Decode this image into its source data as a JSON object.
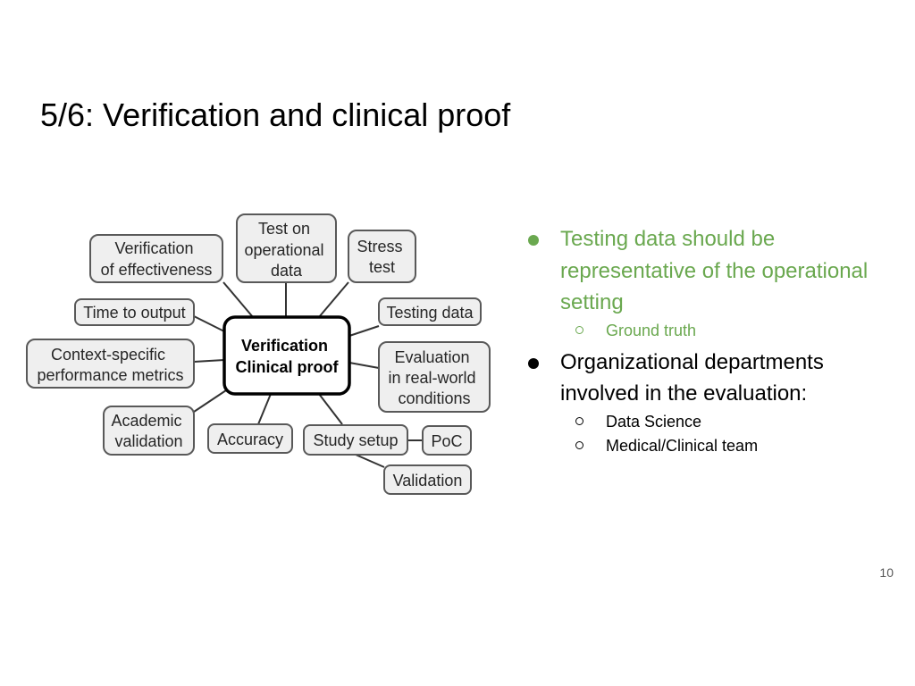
{
  "slide": {
    "title": "5/6: Verification and clinical proof",
    "page_number": "10"
  },
  "mindmap": {
    "center": [
      "Verification",
      "Clinical proof"
    ],
    "nodes": {
      "test_on_operational_data": [
        "Test on",
        "operational",
        "data"
      ],
      "verification_of_effectiveness": [
        "Verification",
        "of effectiveness"
      ],
      "stress_test": [
        "Stress",
        "test"
      ],
      "time_to_output": [
        "Time to output"
      ],
      "testing_data": [
        "Testing data"
      ],
      "context_specific_metrics": [
        "Context-specific",
        "performance metrics"
      ],
      "evaluation_real_world": [
        "Evaluation",
        "in real-world",
        "conditions"
      ],
      "academic_validation": [
        "Academic",
        "validation"
      ],
      "accuracy": [
        "Accuracy"
      ],
      "study_setup": [
        "Study setup"
      ],
      "poc": [
        "PoC"
      ],
      "validation": [
        "Validation"
      ]
    }
  },
  "bullets": [
    {
      "text": "Testing data should be representative of the operational setting",
      "color": "#6aa84f",
      "sub": [
        "Ground truth"
      ]
    },
    {
      "text": "Organizational departments involved in the evaluation:",
      "color": "#000000",
      "sub": [
        "Data Science",
        "Medical/Clinical team"
      ]
    }
  ]
}
